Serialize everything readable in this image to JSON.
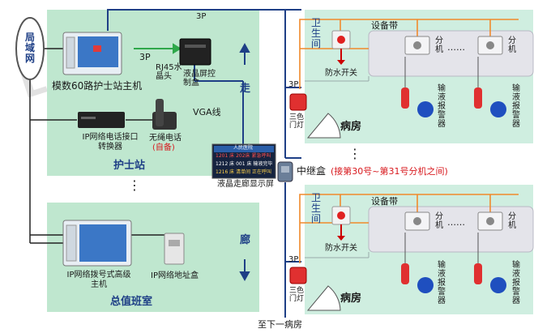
{
  "watermark": "Lonthon",
  "lan": {
    "label": "局域网"
  },
  "nurse_station": {
    "title": "护士站",
    "host_label": "模数60路护士站主机",
    "ip_converter_label": "IP网络电话接口转换器",
    "cordless_phone_label": "无绳电话",
    "cordless_note": "(自备)",
    "lcd_controller_label": "液晶屏控制盒",
    "rj45_label": "RJ45水晶头",
    "cable_3p_label": "3P",
    "vga_label": "VGA线"
  },
  "duty_room": {
    "title": "总值班室",
    "dial_host_label": "IP网络拨号式高级主机",
    "address_box_label": "IP网络地址盒"
  },
  "corridor": {
    "top_char": "走",
    "bottom_char": "廊",
    "display_label": "液晶走廊显示屏",
    "display_rows": [
      "人民医院",
      "1201 床 202床  紧急呼叫",
      "1212 床 001 床  输液完毕",
      "1216 床 清单间  正在呼叫"
    ]
  },
  "relay": {
    "label": "中继盒",
    "note": "(接第30号~第31号分机之间)"
  },
  "top_cable_label": "3P",
  "ward": {
    "title": "病房",
    "toilet_label": "卫生间",
    "waterproof_label": "防水开关",
    "equipment_belt_label": "设备带",
    "extension_label": "分机",
    "dots": "……",
    "infusion_label": "输液报警器",
    "door_light_label": "三色门灯",
    "cable_3p_label": "3P"
  },
  "next_ward_label": "至下一病房",
  "vertical_dots": "⋮",
  "colors": {
    "zone": "#bfe7cf",
    "ward": "#cfeee0",
    "blue_line": "#1e3f86",
    "orange_line": "#f08a2b",
    "red_text": "#d8191e"
  }
}
